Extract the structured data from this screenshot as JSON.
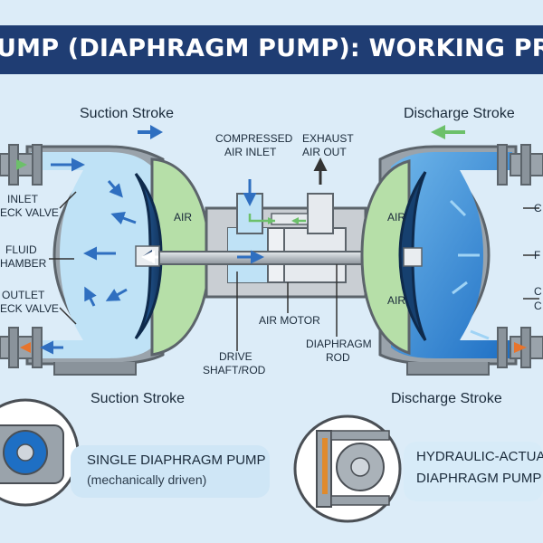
{
  "title": "UMP (DIAPHRAGM PUMP): WORKING PRINCIPLE &",
  "strokes": {
    "suction_top": "Suction Stroke",
    "discharge_top": "Discharge Stroke",
    "suction_bottom": "Suction Stroke",
    "discharge_bottom": "Discharge Stroke"
  },
  "center": {
    "compressed_air_1": "COMPRESSED",
    "compressed_air_2": "AIR INLET",
    "exhaust_1": "EXHAUST",
    "exhaust_2": "AIR OUT",
    "air_motor": "AIR MOTOR",
    "drive_1": "DRIVE",
    "drive_2": "SHAFT/ROD",
    "diaphragm_rod_1": "DIAPHRAGM",
    "diaphragm_rod_2": "ROD"
  },
  "left": {
    "inlet_1": "INLET",
    "inlet_2": "ECK VALVE",
    "fluid_1": "FLUID",
    "fluid_2": "HAMBER",
    "outlet_1": "OUTLET",
    "outlet_2": "ECK VALVE",
    "air": "AIR"
  },
  "right": {
    "air_top": "AIR",
    "air_bottom": "AIR",
    "edge_1": "C",
    "edge_2": "F",
    "edge_3": "C",
    "edge_4": "C"
  },
  "cards": {
    "single_title": "SINGLE DIAPHRAGM PUMP",
    "single_sub": "(mechanically driven)",
    "hydraulic_1": "HYDRAULIC-ACTUATI",
    "hydraulic_2": "DIAPHRAGM PUMP"
  },
  "colors": {
    "title_bg": "#1f3d73",
    "fluid_light": "#bfe2f6",
    "fluid_dark": "#2c7fcf",
    "air_green": "#b6dfa8",
    "diaphragm": "#1d4f8a",
    "arrow_blue": "#2f6fc0",
    "arrow_green": "#6cc06a",
    "arrow_orange": "#e8742c"
  }
}
